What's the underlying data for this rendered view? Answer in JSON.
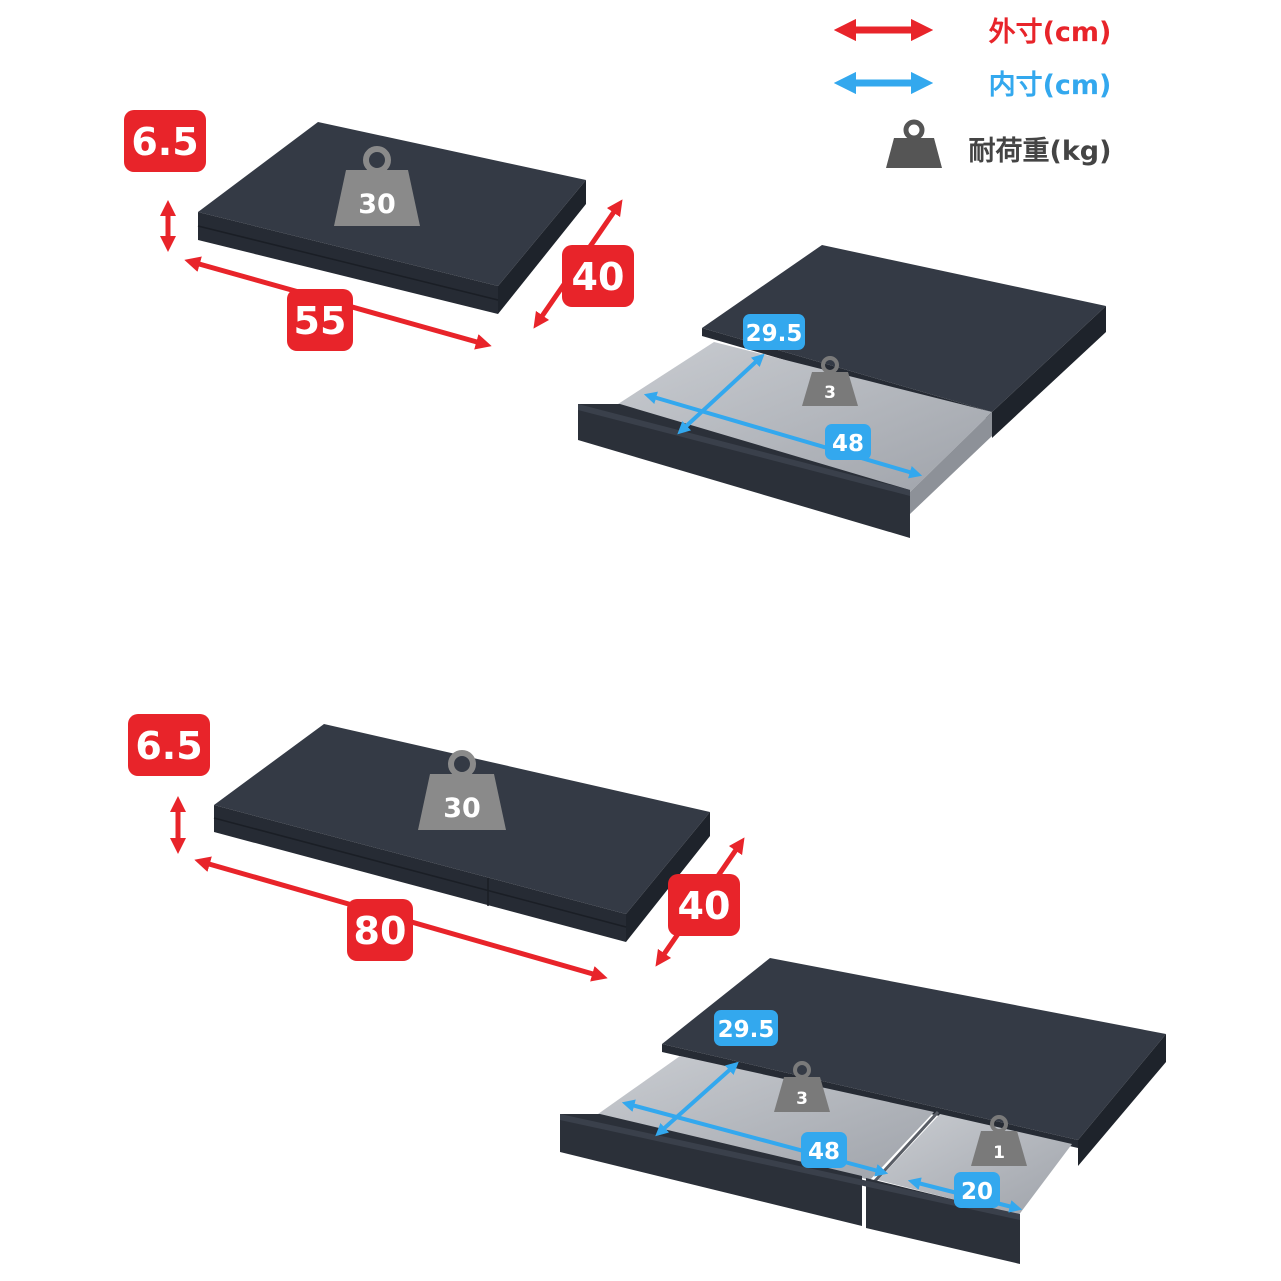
{
  "colors": {
    "outer": "#e8242a",
    "inner": "#33a8ee",
    "dark": "#2f3540",
    "weight": "#7a7a7a",
    "tray": "#b9bcc2"
  },
  "legend": {
    "outer_label": "外寸(cm)",
    "inner_label": "内寸(cm)",
    "load_label": "耐荷重(kg)",
    "load_icon": "weight-icon"
  },
  "product_small": {
    "height": "6.5",
    "width": "55",
    "depth": "40",
    "top_load": "30",
    "drawer": {
      "inner_depth": "29.5",
      "inner_width": "48",
      "load": "3"
    }
  },
  "product_large": {
    "height": "6.5",
    "width": "80",
    "depth": "40",
    "top_load": "30",
    "drawer_main": {
      "inner_depth": "29.5",
      "inner_width": "48",
      "load": "3"
    },
    "drawer_side": {
      "inner_width": "20",
      "load": "1"
    }
  }
}
